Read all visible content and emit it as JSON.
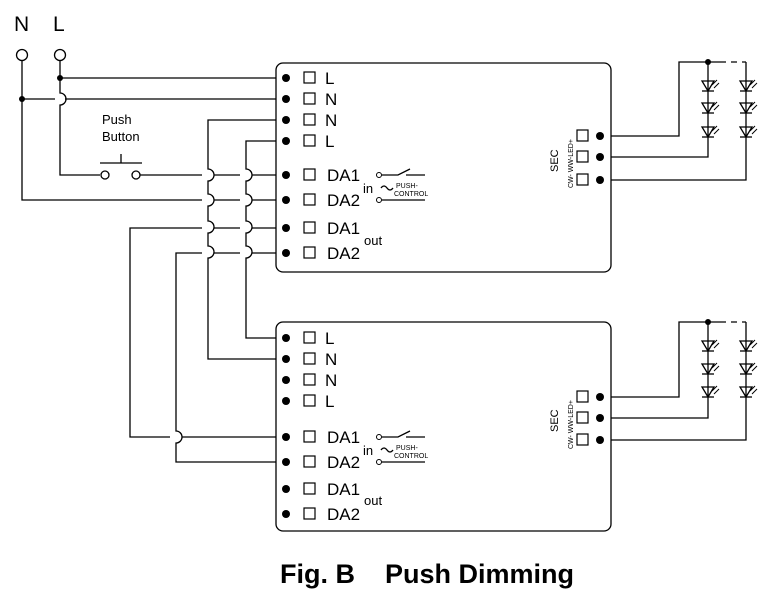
{
  "terminals": {
    "n_label": "N",
    "l_label": "L"
  },
  "push_button": {
    "line1": "Push",
    "line2": "Button"
  },
  "driver_pins": {
    "l": "L",
    "n": "N",
    "da1": "DA1",
    "da2": "DA2",
    "in": "in",
    "out": "out",
    "push_control_line1": "PUSH-",
    "push_control_line2": "CONTROL"
  },
  "secondary": {
    "sec_label": "SEC",
    "pins_label": "CW- WW-LED+"
  },
  "caption": "Fig. B    Push Dimming"
}
